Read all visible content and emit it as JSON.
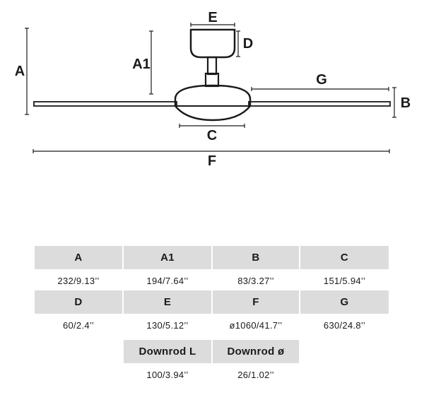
{
  "diagram": {
    "labels": {
      "A": "A",
      "A1": "A1",
      "B": "B",
      "C": "C",
      "D": "D",
      "E": "E",
      "F": "F",
      "G": "G"
    }
  },
  "spec_table": {
    "rows": [
      [
        {
          "header": "A",
          "value": "232/9.13’’"
        },
        {
          "header": "A1",
          "value": "194/7.64’’"
        },
        {
          "header": "B",
          "value": "83/3.27’’"
        },
        {
          "header": "C",
          "value": "151/5.94’’"
        }
      ],
      [
        {
          "header": "D",
          "value": "60/2.4’’"
        },
        {
          "header": "E",
          "value": "130/5.12’’"
        },
        {
          "header": "F",
          "value": "ø1060/41.7’’"
        },
        {
          "header": "G",
          "value": "630/24.8’’"
        }
      ],
      [
        {
          "header": "Downrod L",
          "value": "100/3.94’’"
        },
        {
          "header": "Downrod ø",
          "value": "26/1.02’’"
        }
      ]
    ]
  }
}
